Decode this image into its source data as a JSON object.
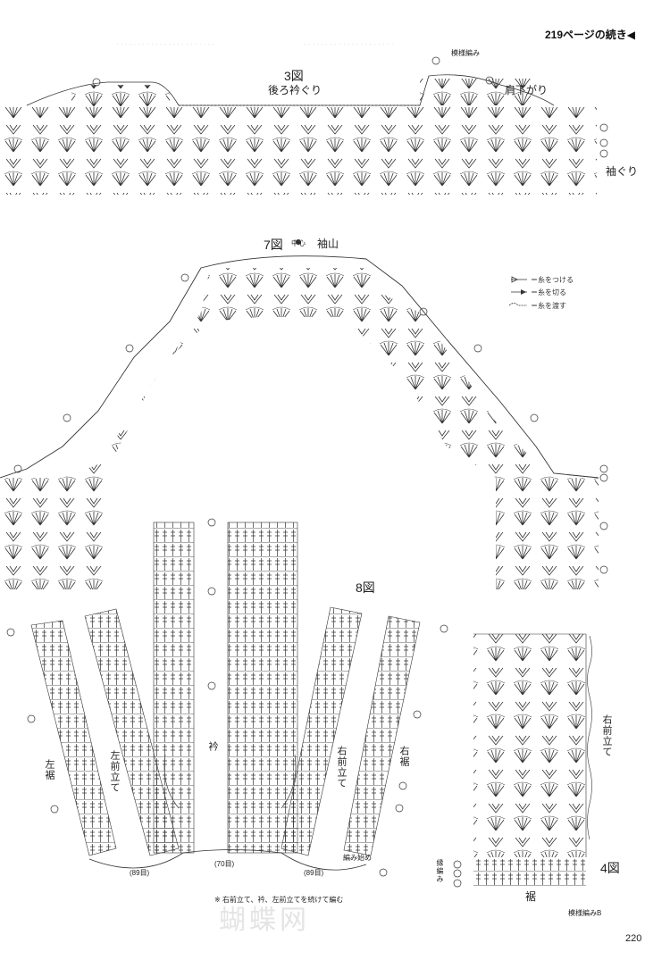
{
  "header": {
    "continued": "219ページの続き◀"
  },
  "figure3": {
    "title": "3図",
    "collar": "後ろ衿ぐり",
    "pattern": "模様編み",
    "shoulder": "肩下がり",
    "armhole": "袖ぐり"
  },
  "figure7": {
    "title": "7図",
    "center": "中心",
    "sleeve_cap": "袖山"
  },
  "legend": {
    "attach": "＝糸をつける",
    "cut": "＝糸を切る",
    "carry": "＝糸を渡す"
  },
  "figure8": {
    "title": "8図",
    "left_hem": "左裾",
    "left_front": "左前立て",
    "collar": "衿",
    "right_front": "右前立て",
    "right_hem": "右裾",
    "start": "編み始め",
    "count_left": "(89目)",
    "count_center": "(70目)",
    "count_right": "(89目)",
    "note": "※ 右前立て、衿、左前立てを続けて編む"
  },
  "figure4": {
    "title": "4図",
    "right_front": "右前立て",
    "border": "縁編み",
    "hem": "裾",
    "pattern_b": "模様編みB"
  },
  "watermark": "蝴蝶网",
  "page_number": "220"
}
